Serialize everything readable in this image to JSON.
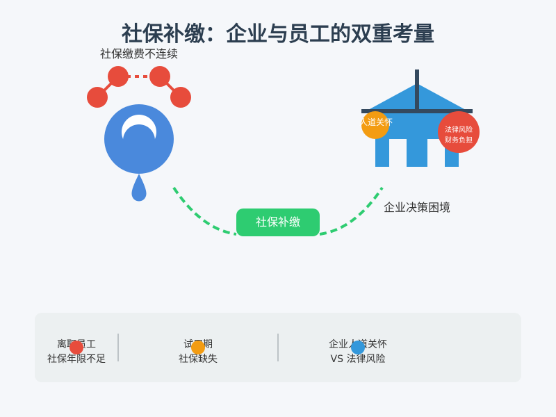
{
  "title": "社保补缴：企业与员工的双重考量",
  "left_label": "社保缴费不连续",
  "right_label": "企业决策困境",
  "center_label": "社保补缴",
  "humane_badge": "人道关怀",
  "risk_badge": {
    "line1": "法律风险",
    "line2": "财务负担"
  },
  "bottom_items": [
    {
      "line1": "离职员工",
      "line2": "社保年限不足",
      "color": "#e74c3c"
    },
    {
      "line1": "试用期",
      "line2": "社保缺失",
      "color": "#f39c12"
    },
    {
      "line1": "企业人道关怀",
      "line2": "VS 法律风险",
      "color": "#3498db"
    }
  ],
  "colors": {
    "title": "#2c3e50",
    "person": "#4a89dc",
    "molecule": "#e74c3c",
    "building": "#3498db",
    "curve": "#2ecc71",
    "humane": "#f39c12",
    "risk": "#e74c3c"
  }
}
